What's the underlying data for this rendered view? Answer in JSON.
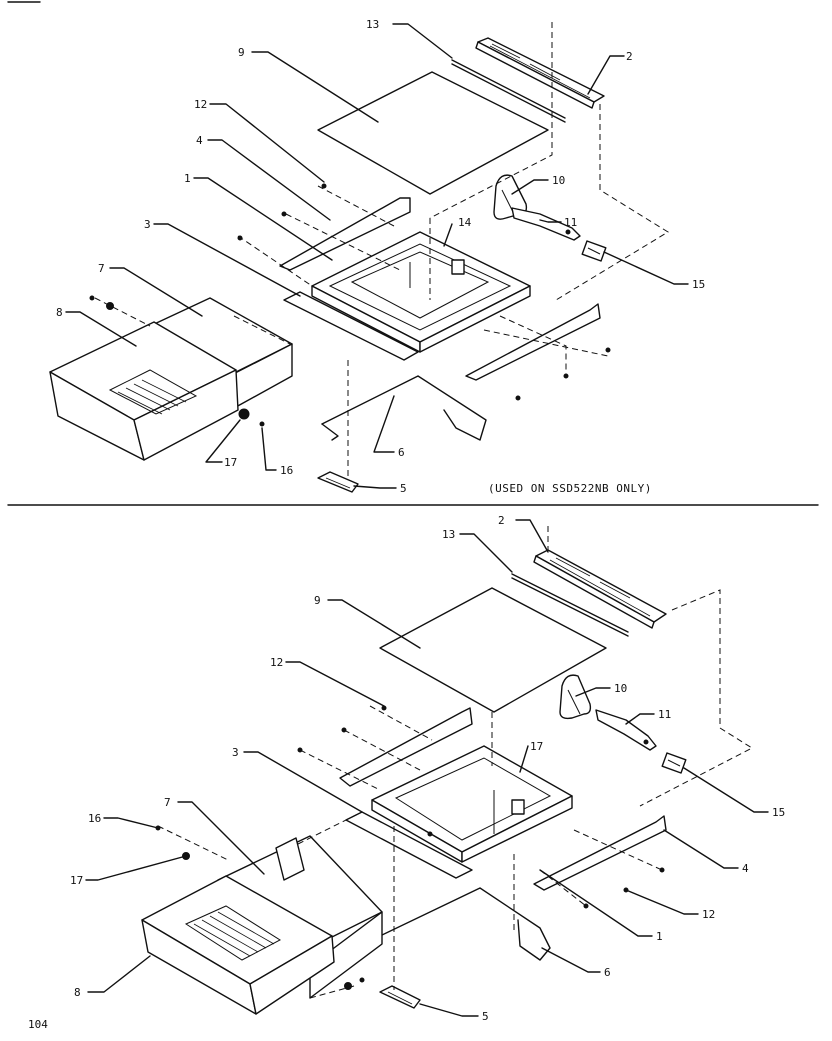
{
  "top_panel": {
    "callouts": {
      "c1": "1",
      "c2": "2",
      "c3": "3",
      "c4": "4",
      "c5": "5",
      "c6": "6",
      "c7": "7",
      "c8": "8",
      "c9": "9",
      "c10": "10",
      "c11": "11",
      "c12": "12",
      "c13": "13",
      "c14": "14",
      "c15": "15",
      "c16": "16",
      "c17": "17"
    },
    "note": "(USED ON SSD522NB ONLY)"
  },
  "bottom_panel": {
    "callouts": {
      "c1": "1",
      "c2": "2",
      "c3": "3",
      "c4": "4",
      "c5": "5",
      "c6": "6",
      "c7": "7",
      "c8": "8",
      "c9": "9",
      "c10": "10",
      "c11": "11",
      "c12": "12",
      "c13": "13",
      "c15": "15",
      "c16": "16",
      "c17a": "17",
      "c17b": "17"
    }
  },
  "page_number": "104"
}
